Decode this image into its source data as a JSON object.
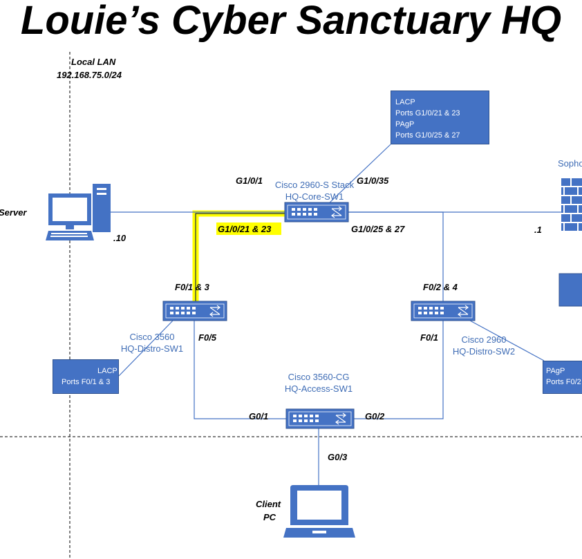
{
  "title": "Louie’s Cyber Sanctuary  HQ",
  "lan": {
    "name": "Local LAN",
    "subnet": "192.168.75.0/24"
  },
  "devices": {
    "core": {
      "model": "Cisco 2960-S Stack",
      "hostname": "HQ-Core-SW1"
    },
    "distro1": {
      "model": "Cisco 3560",
      "hostname": "HQ-Distro-SW1"
    },
    "distro2": {
      "model": "Cisco 2960",
      "hostname": "HQ-Distro-SW2"
    },
    "access": {
      "model": "Cisco 3560-CG",
      "hostname": "HQ-Access-SW1"
    },
    "firewall": {
      "label_partial": "Sopho"
    },
    "server": {
      "label_partial": "Server",
      "ip_suffix": ".10"
    },
    "client": {
      "line1": "Client",
      "line2": "PC"
    }
  },
  "ports": {
    "core_g1_0_1": "G1/0/1",
    "core_g1_0_35": "G1/0/35",
    "core_g1_0_21_23": "G1/0/21 & 23",
    "core_g1_0_25_27": "G1/0/25 & 27",
    "firewall_ip": ".1",
    "distro1_f0_1_3": "F0/1 & 3",
    "distro1_f0_5": "F0/5",
    "distro2_f0_2_4": "F0/2 & 4",
    "distro2_f0_1": "F0/1",
    "access_g0_1": "G0/1",
    "access_g0_2": "G0/2",
    "access_g0_3": "G0/3"
  },
  "notes": {
    "core": [
      "LACP",
      "Ports G1/0/21 & 23",
      "PAgP",
      "Ports G1/0/25 & 27"
    ],
    "distro1": [
      "LACP",
      "Ports F0/1 & 3"
    ],
    "distro2": [
      "PAgP",
      "Ports F0/2"
    ]
  },
  "colors": {
    "device_blue": "#4472c4",
    "link_blue": "#4472c4",
    "highlight": "#ffff00",
    "label_blue": "#3e6cb5"
  }
}
